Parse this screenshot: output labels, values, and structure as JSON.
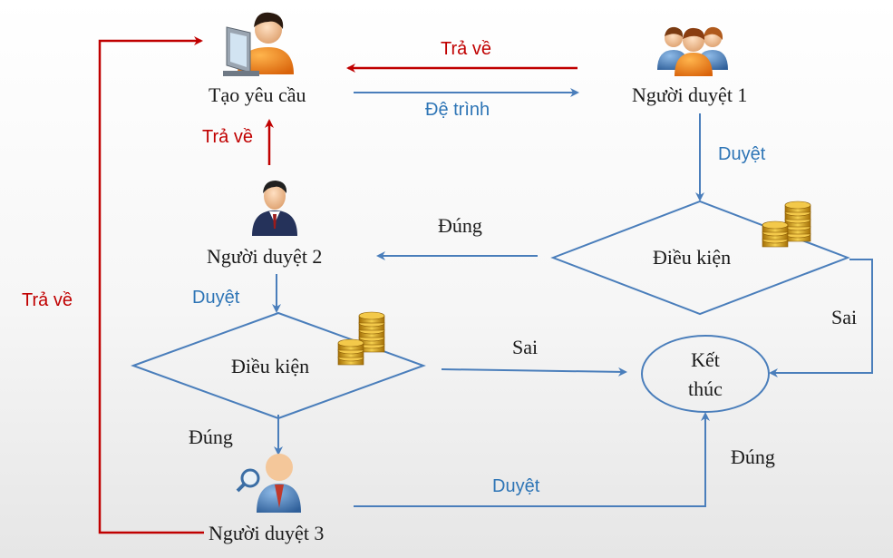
{
  "nodes": {
    "create_request": "Tạo yêu cầu",
    "approver_1": "Người duyệt 1",
    "approver_2": "Người duyệt 2",
    "approver_3": "Người duyệt 3",
    "condition_1": "Điều kiện",
    "condition_2": "Điều kiện",
    "end_line1": "Kết",
    "end_line2": "thúc"
  },
  "edges": {
    "return_top": "Trả về",
    "submit": "Đệ trình",
    "approve_1": "Duyệt",
    "true_1": "Đúng",
    "return_mid": "Trả về",
    "approve_2": "Duyệt",
    "false_2": "Sai",
    "false_1": "Sai",
    "return_left": "Trả về",
    "true_2": "Đúng",
    "true_3": "Đúng",
    "approve_3": "Duyệt"
  },
  "icons": {
    "creator": "person-at-computer-icon",
    "approver_1": "group-of-people-icon",
    "approver_2": "businessman-icon",
    "approver_3": "person-with-magnifier-icon",
    "coins": "gold-coins-icon"
  },
  "colors": {
    "return_arrow": "#c00000",
    "flow_arrow": "#4a7ebb",
    "label_blue": "#2e75b6",
    "shape_stroke": "#4a7ebb"
  }
}
